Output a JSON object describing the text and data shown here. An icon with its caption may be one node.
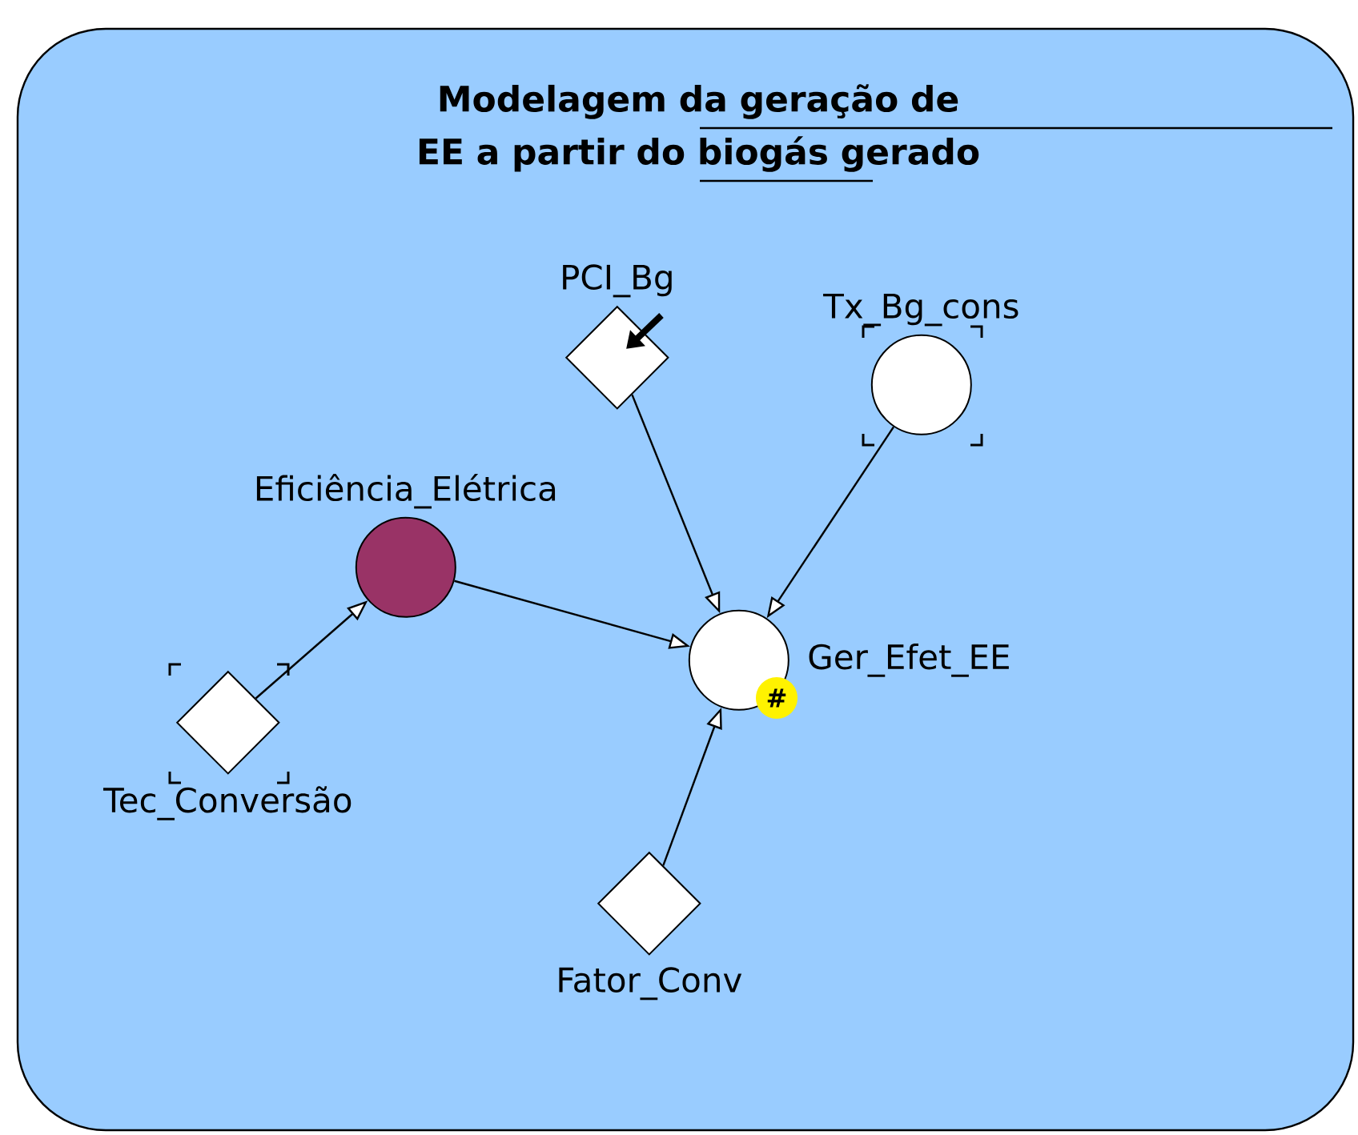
{
  "diagram": {
    "nodes": [
      {
        "text": [
          "Modelagem da geração de EE a partir do biogás gerado"
        ]
      },
      {
        "text": [
          "PCI_Bg"
        ],
        "in": 0
      },
      {
        "text": [
          "Tx_Bg_cons"
        ],
        "in": 0
      },
      {
        "text": [
          "Eficiência_Elétrica"
        ],
        "in": 0
      },
      {
        "text": [
          "Ger_Efet_EE"
        ],
        "in": 0
      },
      {
        "text": [
          "Tec_Conversão"
        ],
        "in": 0
      },
      {
        "text": [
          "Fator_Conv"
        ],
        "in": 0
      }
    ],
    "edges": [
      {
        "from": 1,
        "to": 4,
        "arrow": "to"
      },
      {
        "from": 2,
        "to": 4,
        "arrow": "to"
      },
      {
        "from": 3,
        "to": 4,
        "arrow": "to"
      },
      {
        "from": 5,
        "to": 3,
        "arrow": "to"
      },
      {
        "from": 6,
        "to": 4,
        "arrow": "to"
      }
    ],
    "labels": [
      "#"
    ]
  }
}
